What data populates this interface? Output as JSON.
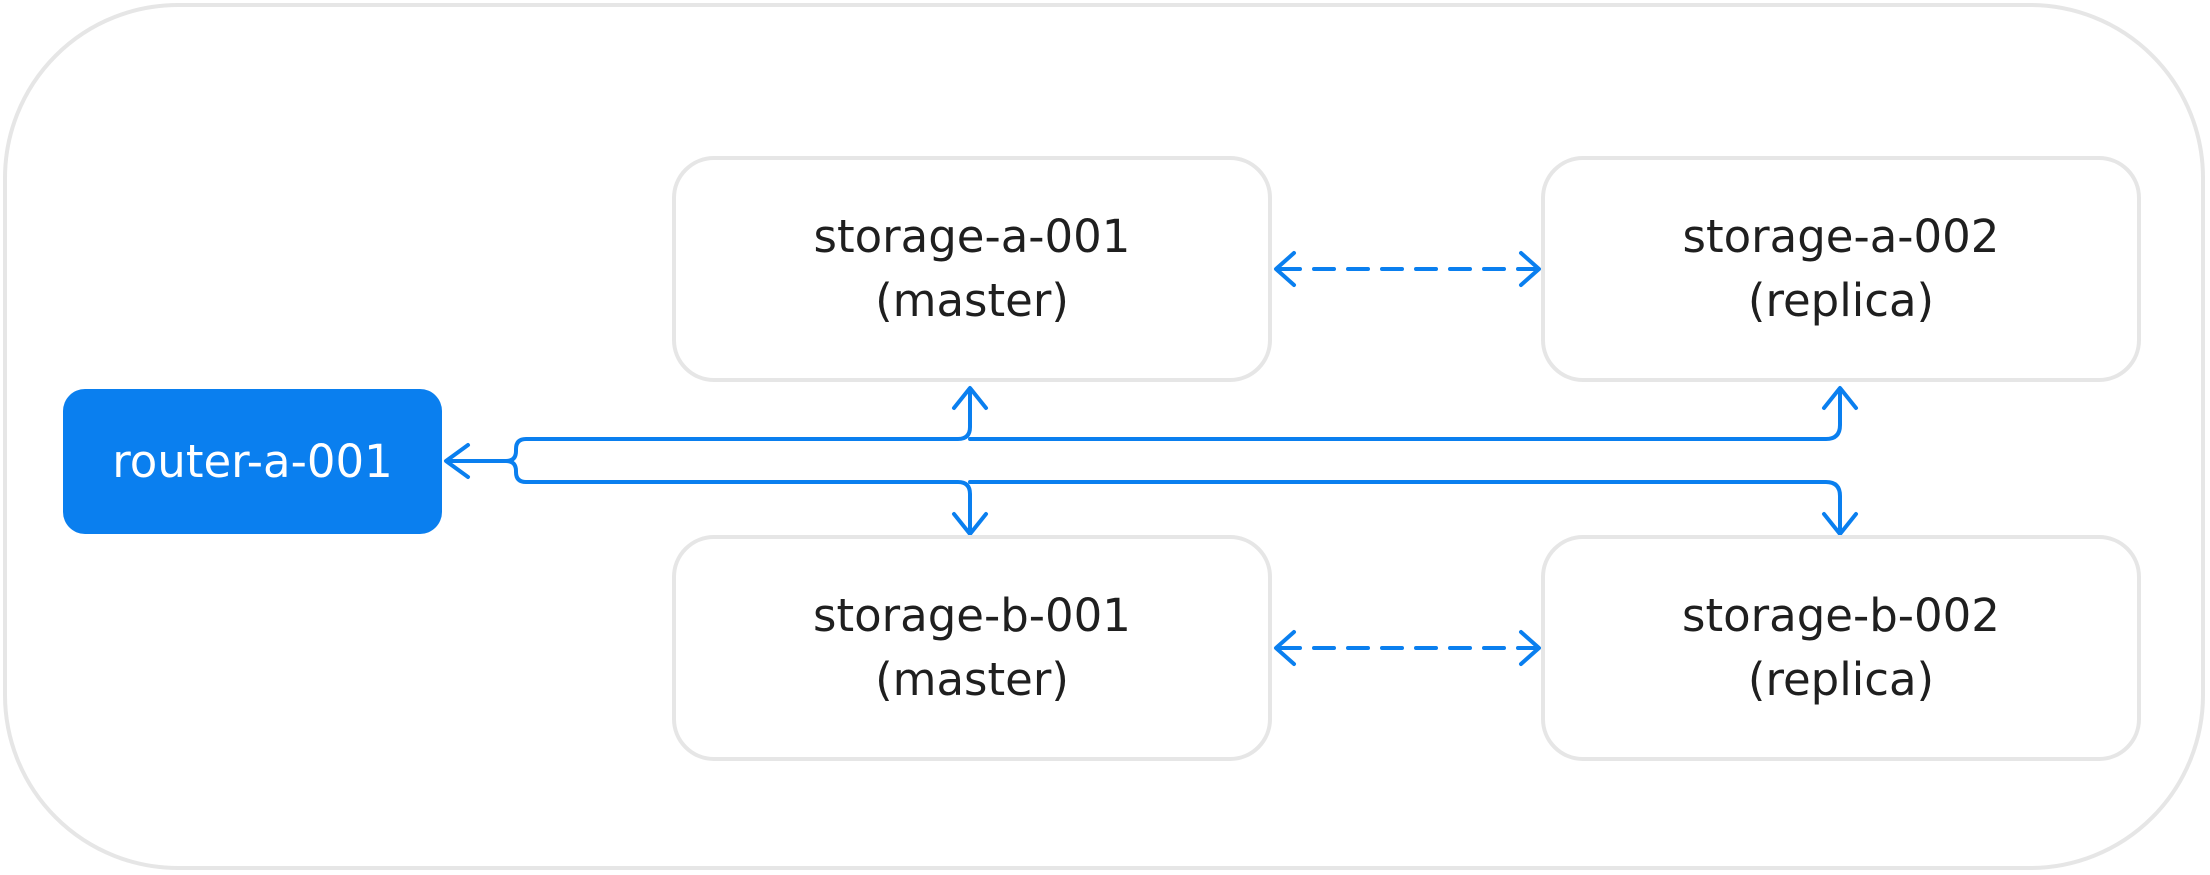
{
  "colors": {
    "accent": "#0a7fef",
    "frame_border": "#e6e6e6",
    "node_border": "#e6e6e6",
    "text": "#1f1f1f",
    "router_text": "#ffffff"
  },
  "router": {
    "label": "router-a-001"
  },
  "storage_nodes": [
    {
      "name": "storage-a-001",
      "role": "(master)"
    },
    {
      "name": "storage-a-002",
      "role": "(replica)"
    },
    {
      "name": "storage-b-001",
      "role": "(master)"
    },
    {
      "name": "storage-b-002",
      "role": "(replica)"
    }
  ],
  "connections": [
    {
      "from": "router-a-001",
      "to": "storage-a-001",
      "style": "solid",
      "direction": "both"
    },
    {
      "from": "router-a-001",
      "to": "storage-a-002",
      "style": "solid",
      "direction": "both"
    },
    {
      "from": "router-a-001",
      "to": "storage-b-001",
      "style": "solid",
      "direction": "both"
    },
    {
      "from": "router-a-001",
      "to": "storage-b-002",
      "style": "solid",
      "direction": "both"
    },
    {
      "from": "storage-a-001",
      "to": "storage-a-002",
      "style": "dashed",
      "direction": "both"
    },
    {
      "from": "storage-b-001",
      "to": "storage-b-002",
      "style": "dashed",
      "direction": "both"
    }
  ]
}
